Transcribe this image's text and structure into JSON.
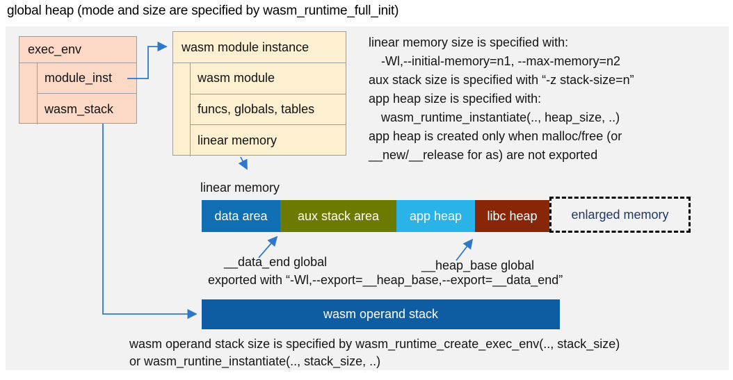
{
  "title": "global heap (mode and size are specified by wasm_runtime_full_init)",
  "exec_env_box": {
    "header": "exec_env",
    "rows": [
      "module_inst",
      "wasm_stack"
    ]
  },
  "module_instance_box": {
    "header": "wasm module instance",
    "rows": [
      "wasm module",
      "funcs, globals, tables",
      "linear memory"
    ]
  },
  "notes": {
    "lines": [
      "linear memory size is specified with:",
      "-Wl,--initial-memory=n1, --max-memory=n2",
      "aux stack size is specified with “-z stack-size=n”",
      "app heap size is specified with:",
      "wasm_runtime_instantiate(.., heap_size, ..)",
      "app heap is created only when malloc/free (or",
      "__new/__release for as) are not exported"
    ]
  },
  "linear_memory": {
    "label": "linear memory",
    "segments": [
      {
        "label": "data area",
        "color": "#0f6fb2",
        "width": 113
      },
      {
        "label": "aux stack area",
        "color": "#6d7a00",
        "width": 167
      },
      {
        "label": "app heap",
        "color": "#29b3e8",
        "width": 113
      },
      {
        "label": "libc heap",
        "color": "#8a2608",
        "width": 107
      }
    ],
    "enlarged": {
      "label": "enlarged memory",
      "text_color": "#1f3864"
    }
  },
  "globals": {
    "data_end_label": "__data_end global",
    "heap_base_label": "__heap_base global",
    "exported_line": "exported with “-Wl,--export=__heap_base,--export=__data_end”"
  },
  "operand_stack": {
    "label": "wasm operand stack",
    "color": "#0e5da2"
  },
  "footer": {
    "lines": [
      "wasm operand stack size is specified by wasm_runtime_create_exec_env(.., stack_size)",
      "or wasm_runtine_instantiate(.., stack_size, ..)"
    ]
  },
  "colors": {
    "panel_bg": "#f2f2f2",
    "box_salmon": "#fcd9c6",
    "box_cream": "#fdf0d0",
    "border_gray": "#9d9d9d",
    "arrow_blue": "#2e78c9"
  }
}
